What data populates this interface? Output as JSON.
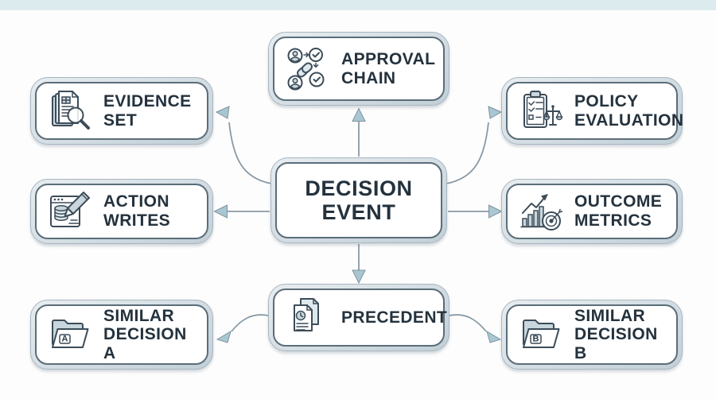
{
  "page": {
    "background": "#fdfdfd",
    "top_strip_color": "#dcebee"
  },
  "colors": {
    "node_fill": "#ffffff",
    "node_inner_border": "#5b6d79",
    "node_rim": "#c2cfd7",
    "text": "#24323d",
    "arrow_line": "#8a9aa6",
    "arrow_head_fill": "#a9c7d3",
    "icon_stroke": "#3c4c58"
  },
  "center_node": {
    "id": "decision-event",
    "label": "DECISION\nEVENT"
  },
  "nodes": [
    {
      "id": "approval-chain",
      "label": "APPROVAL\nCHAIN",
      "icon": "approval-chain-icon"
    },
    {
      "id": "evidence-set",
      "label": "EVIDENCE\nSET",
      "icon": "documents-magnifier-icon"
    },
    {
      "id": "policy-evaluation",
      "label": "POLICY\nEVALUATION",
      "icon": "clipboard-scale-icon"
    },
    {
      "id": "action-writes",
      "label": "ACTION\nWRITES",
      "icon": "database-pen-icon"
    },
    {
      "id": "outcome-metrics",
      "label": "OUTCOME\nMETRICS",
      "icon": "chart-target-icon"
    },
    {
      "id": "precedent",
      "label": "PRECEDENT",
      "icon": "document-clock-icon"
    },
    {
      "id": "similar-decision-a",
      "label": "SIMILAR\nDECISION A",
      "icon": "folder-a-icon",
      "folder_letter": "A"
    },
    {
      "id": "similar-decision-b",
      "label": "SIMILAR\nDECISION B",
      "icon": "folder-b-icon",
      "folder_letter": "B"
    }
  ],
  "connections": [
    {
      "from": "decision-event",
      "to": "approval-chain",
      "direction": "up"
    },
    {
      "from": "decision-event",
      "to": "evidence-set",
      "direction": "up-left"
    },
    {
      "from": "decision-event",
      "to": "policy-evaluation",
      "direction": "up-right"
    },
    {
      "from": "decision-event",
      "to": "action-writes",
      "direction": "left"
    },
    {
      "from": "decision-event",
      "to": "outcome-metrics",
      "direction": "right"
    },
    {
      "from": "decision-event",
      "to": "precedent",
      "direction": "down"
    },
    {
      "from": "precedent",
      "to": "similar-decision-a",
      "direction": "down-left"
    },
    {
      "from": "precedent",
      "to": "similar-decision-b",
      "direction": "down-right"
    }
  ]
}
